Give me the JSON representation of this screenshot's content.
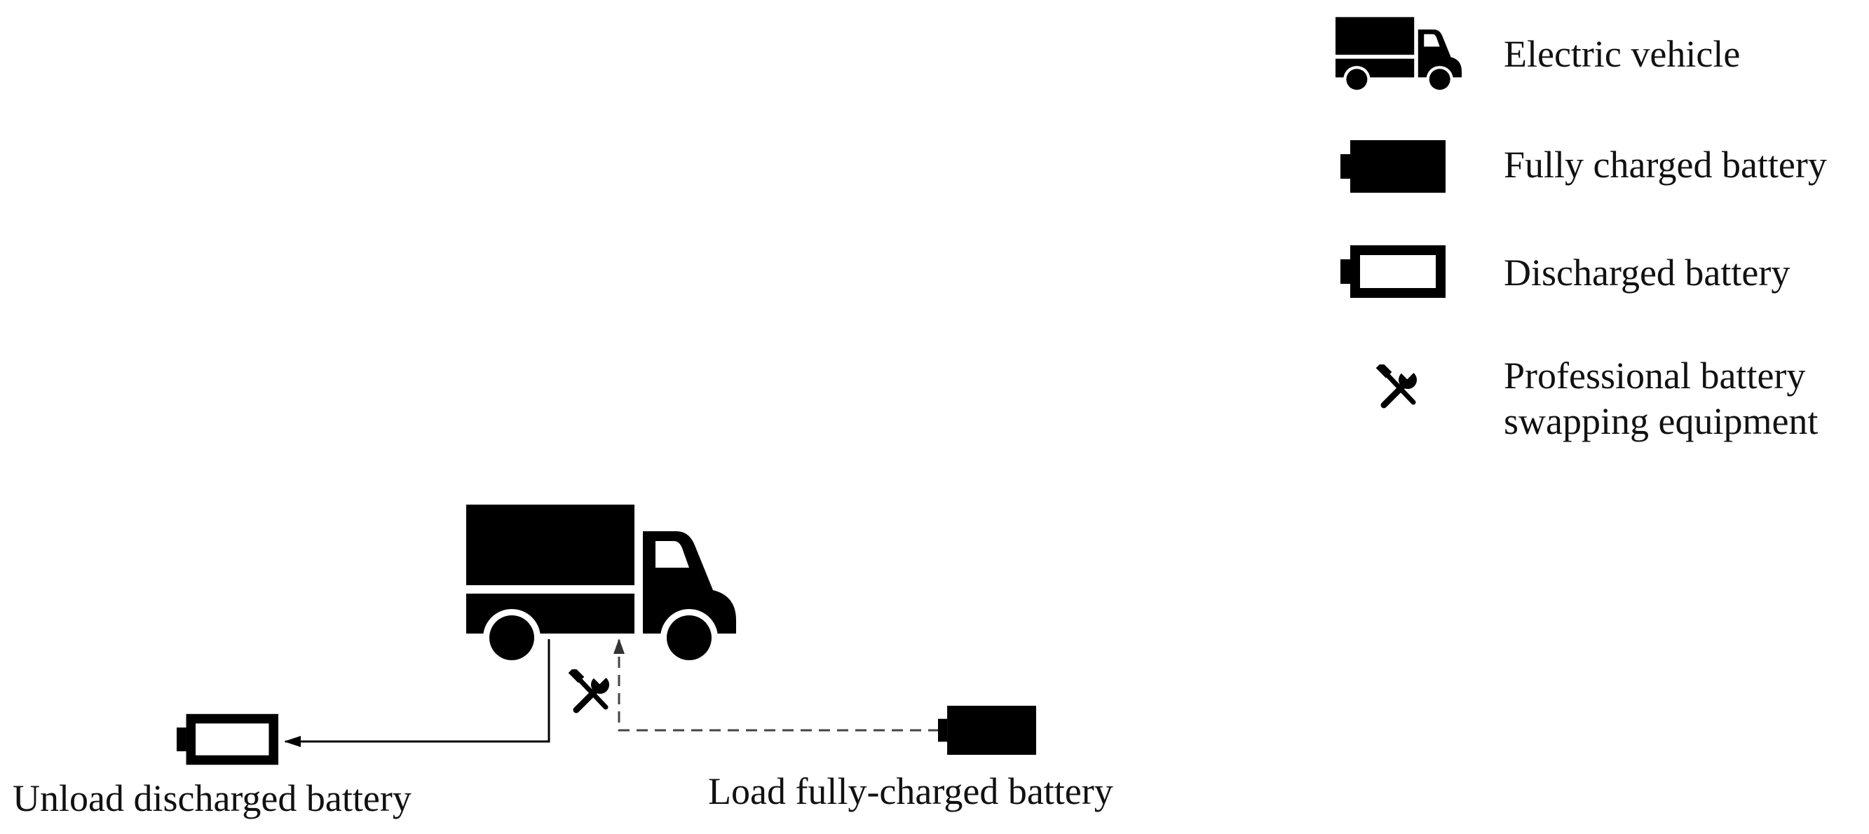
{
  "legend": {
    "items": [
      {
        "icon": "truck-icon",
        "label": "Electric vehicle"
      },
      {
        "icon": "battery-full-icon",
        "label": "Fully charged battery"
      },
      {
        "icon": "battery-empty-icon",
        "label": "Discharged battery"
      },
      {
        "icon": "tools-icon",
        "label_line1": "Professional battery",
        "label_line2": "swapping equipment"
      }
    ]
  },
  "process": {
    "unload_label": "Unload discharged battery",
    "load_label": "Load fully-charged battery"
  }
}
